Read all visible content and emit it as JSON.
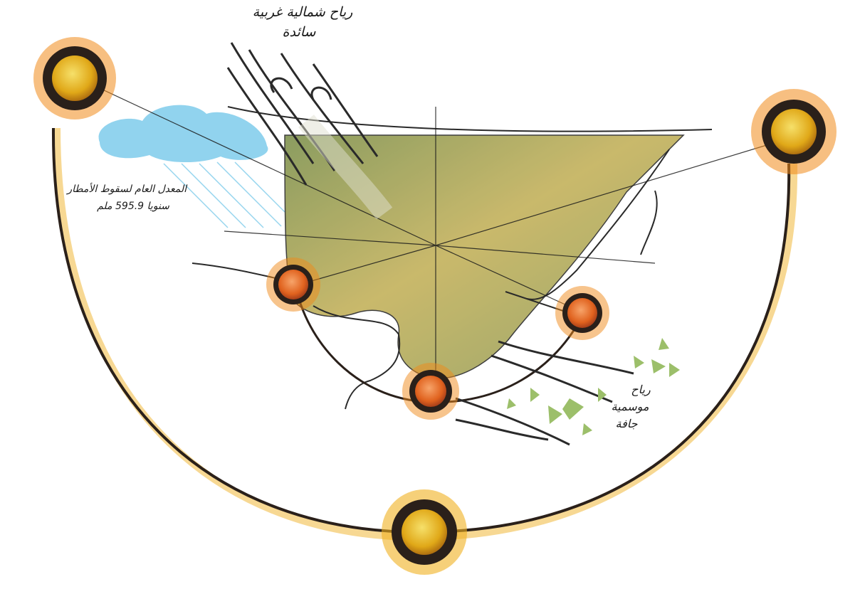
{
  "diagram": {
    "wind_northwest": {
      "title": "رياح شمالية غربية",
      "subtitle": "سائدة"
    },
    "rainfall": {
      "line1": "المعدل العام لسقوط الأمطار",
      "line2": "سنويا 595.9 ملم"
    },
    "wind_southeast": {
      "line1": "رياح",
      "line2": "موسمية",
      "line3": "جافة"
    },
    "colors": {
      "site_fill": "#8e9e5a",
      "site_highlight": "#c9b45a",
      "sun_outer": "#f08a1a",
      "sun_inner": "#e8b828",
      "low_sun_inner": "#e0621e",
      "sun_path": "#2a201a",
      "sun_path_glow": "#f0b83a",
      "cloud": "#6cc4e8",
      "leaves": "#9cbf6a"
    },
    "icons": [
      "sun-icon",
      "cloud-icon",
      "wind-lines-icon",
      "leaf-icon"
    ]
  }
}
